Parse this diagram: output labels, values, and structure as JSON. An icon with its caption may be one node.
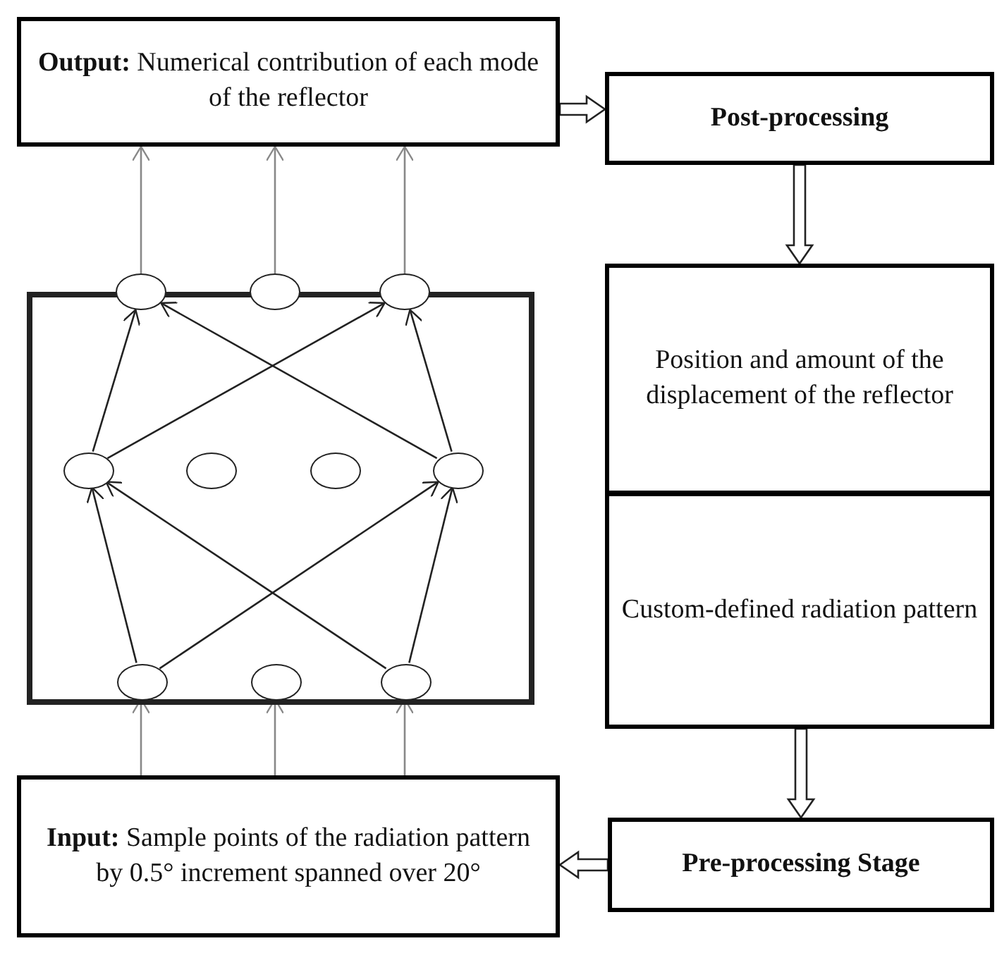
{
  "diagram": {
    "nodes": [
      {
        "text": [
          "**Output:** Numerical contribution of each mode of the reflector"
        ]
      },
      {
        "text": [
          "Post-processing"
        ]
      },
      {
        "text": [
          "Position and amount of the displacement of the reflector"
        ]
      },
      {
        "text": [
          "Custom-defined radiation pattern"
        ]
      },
      {
        "text": [
          "Pre-processing Stage"
        ]
      },
      {
        "text": [
          "**Input:** Sample points of the radiation pattern by 0.5° increment spanned over 20°"
        ]
      },
      {
        "text": [],
        "shape": "box"
      },
      {
        "text": [],
        "shape": "ellipse"
      },
      {
        "text": [],
        "shape": "ellipse"
      },
      {
        "text": [],
        "shape": "ellipse"
      },
      {
        "text": [],
        "shape": "ellipse",
        "in": 6
      },
      {
        "text": [],
        "shape": "ellipse",
        "in": 6
      },
      {
        "text": [],
        "shape": "ellipse",
        "in": 6
      },
      {
        "text": [],
        "shape": "ellipse",
        "in": 6
      },
      {
        "text": [],
        "shape": "ellipse",
        "in": 6
      },
      {
        "text": [],
        "shape": "ellipse",
        "in": 6
      },
      {
        "text": [],
        "shape": "ellipse",
        "in": 6
      }
    ],
    "edges": [
      {
        "from": 0,
        "to": 1,
        "arrow": "to",
        "style": "thick"
      },
      {
        "from": 1,
        "to": 2,
        "arrow": "to",
        "style": "thick"
      },
      {
        "from": 3,
        "to": 4,
        "arrow": "to",
        "style": "thick"
      },
      {
        "from": 4,
        "to": 5,
        "arrow": "to",
        "style": "thick"
      },
      {
        "from": 7,
        "to": 0,
        "arrow": "to",
        "color": "#888888"
      },
      {
        "from": 8,
        "to": 0,
        "arrow": "to",
        "color": "#888888"
      },
      {
        "from": 9,
        "to": 0,
        "arrow": "to",
        "color": "#888888"
      },
      {
        "from": 10,
        "to": 7,
        "arrow": "to"
      },
      {
        "from": 10,
        "to": 9,
        "arrow": "to"
      },
      {
        "from": 13,
        "to": 7,
        "arrow": "to"
      },
      {
        "from": 13,
        "to": 9,
        "arrow": "to"
      },
      {
        "from": 14,
        "to": 10,
        "arrow": "to"
      },
      {
        "from": 14,
        "to": 13,
        "arrow": "to"
      },
      {
        "from": 16,
        "to": 10,
        "arrow": "to"
      },
      {
        "from": 16,
        "to": 13,
        "arrow": "to"
      },
      {
        "from": 5,
        "to": 14,
        "arrow": "to",
        "color": "#888888"
      },
      {
        "from": 5,
        "to": 15,
        "arrow": "to",
        "color": "#888888"
      },
      {
        "from": 5,
        "to": 16,
        "arrow": "to",
        "color": "#888888"
      }
    ]
  }
}
